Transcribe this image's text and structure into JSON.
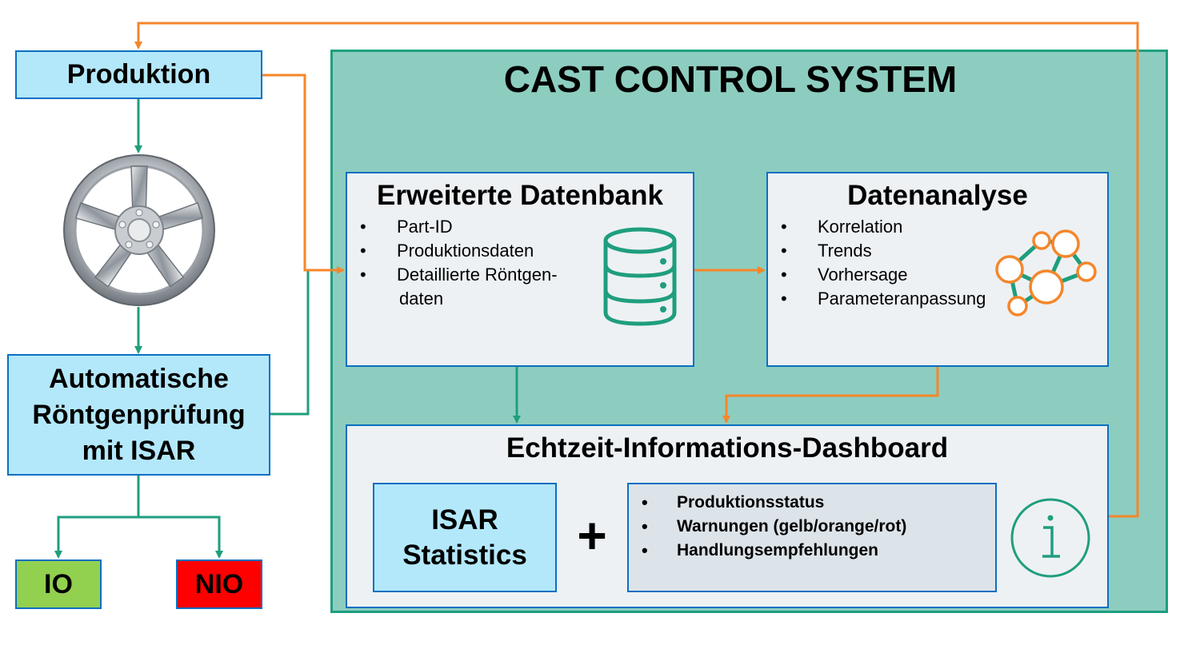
{
  "colors": {
    "teal": "#1f9e7e",
    "teal_fill": "#8dcdc0",
    "orange": "#f5862a",
    "box_blue_fill": "#b3e8fb",
    "box_border": "#0a6fc2",
    "io_green": "#92d050",
    "nio_red": "#ff0000"
  },
  "left_flow": {
    "production": "Produktion",
    "wheel_image": "alloy-wheel",
    "inspection": [
      "Automatische",
      "Röntgenprüfung",
      "mit ISAR"
    ],
    "io": "IO",
    "nio": "NIO"
  },
  "system": {
    "title": "CAST CONTROL SYSTEM",
    "database": {
      "title": "Erweiterte Datenbank",
      "items": [
        "Part-ID",
        "Produktionsdaten",
        "Detaillierte Röntgen-"
      ],
      "item_continuation": "daten",
      "icon": "database-icon"
    },
    "analysis": {
      "title": "Datenanalyse",
      "items": [
        "Korrelation",
        "Trends",
        "Vorhersage",
        "Parameteranpassung"
      ],
      "icon": "network-icon"
    },
    "dashboard": {
      "title": "Echtzeit-Informations-Dashboard",
      "isar": [
        "ISAR",
        "Statistics"
      ],
      "plus": "+",
      "items": [
        "Produktionsstatus",
        "Warnungen (gelb/orange/rot)",
        "Handlungsempfehlungen"
      ],
      "icon": "info-icon"
    }
  }
}
